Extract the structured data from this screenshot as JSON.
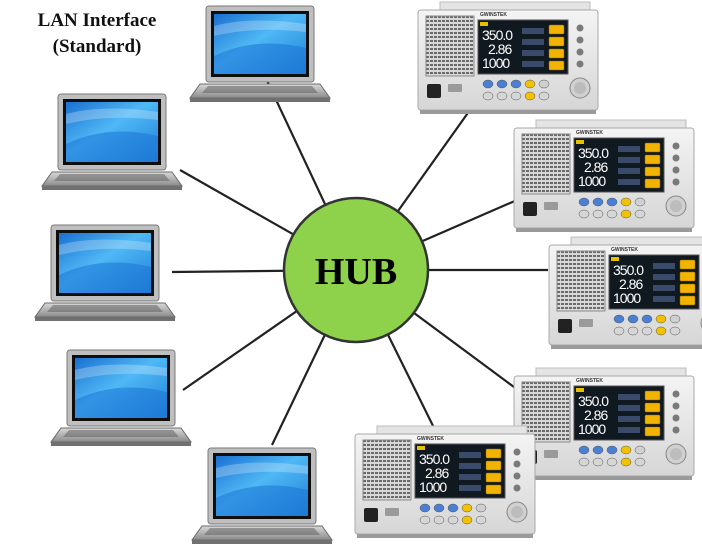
{
  "title": {
    "line1": "LAN Interface",
    "line2": "(Standard)"
  },
  "hub": {
    "label": "HUB",
    "color": "#8dd24a",
    "stroke": "#333333"
  },
  "laptops": [
    {
      "id": "laptop-1"
    },
    {
      "id": "laptop-2"
    },
    {
      "id": "laptop-3"
    },
    {
      "id": "laptop-4"
    },
    {
      "id": "laptop-5"
    }
  ],
  "power_supplies": [
    {
      "id": "psu-1",
      "brand": "GWINSTEK",
      "voltage": "350.0",
      "current": "2.86",
      "power": "1000"
    },
    {
      "id": "psu-2",
      "brand": "GWINSTEK",
      "voltage": "350.0",
      "current": "2.86",
      "power": "1000"
    },
    {
      "id": "psu-3",
      "brand": "GWINSTEK",
      "voltage": "350.0",
      "current": "2.86",
      "power": "1000"
    },
    {
      "id": "psu-4",
      "brand": "GWINSTEK",
      "voltage": "350.0",
      "current": "2.86",
      "power": "1000"
    },
    {
      "id": "psu-5",
      "brand": "GWINSTEK",
      "voltage": "350.0",
      "current": "2.86",
      "power": "1000"
    }
  ],
  "colors": {
    "line": "#222222",
    "screen": "#2d9be8",
    "psu_body": "#e8e8e8",
    "psu_display": "#101820"
  }
}
